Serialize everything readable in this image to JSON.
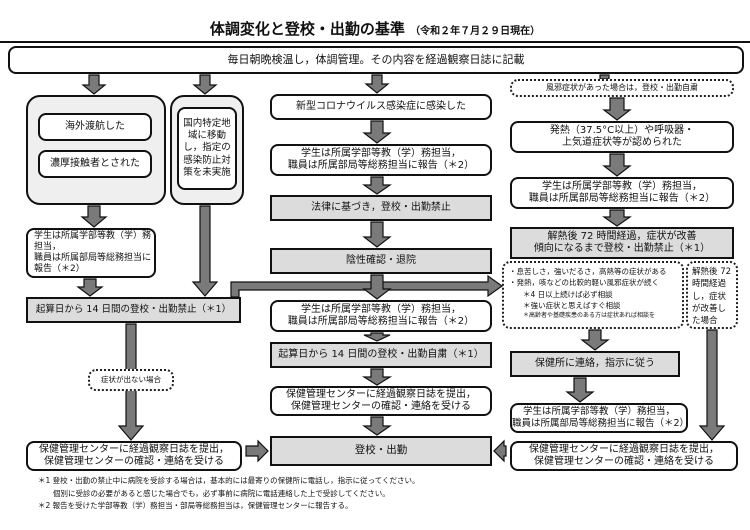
{
  "header": {
    "title": "体調変化と登校・出勤の基準",
    "date_note": "（令和２年７月２９日現在）"
  },
  "top_box": "毎日朝晩検温し，体調管理。その内容を経過観察日誌に記載",
  "left_column": {
    "overseas": "海外渡航した",
    "close_contact": "濃厚接触者とされた",
    "domestic_area": "国内特定地域に移動し，指定の感染防止対策を未実施",
    "report": "学生は所属学部等教（学）務担当，\n職員は所属部局等総務担当に報告（＊2）",
    "ban_14_days": "起算日から 14 日間の登校・出勤禁止（＊1）",
    "no_symptoms": "症状が出ない場合",
    "health_center": "保健管理センターに経過観察日誌を提出，\n保健管理センターの確認・連絡を受ける"
  },
  "center_column": {
    "infected": "新型コロナウイルス感染症に感染した",
    "report_1": "学生は所属学部等教（学）務担当，\n職員は所属部局等総務担当に報告（＊2）",
    "legal_ban": "法律に基づき，登校・出勤禁止",
    "negative_discharge": "陰性確認・退院",
    "report_2": "学生は所属学部等教（学）務担当，\n職員は所属部局等総務担当に報告（＊2）",
    "self_restraint_14": "起算日から 14 日間の登校・出勤自粛（＊1）",
    "health_center": "保健管理センターに経過観察日誌を提出，\n保健管理センターの確認・連絡を受ける",
    "attend": "登校・出勤"
  },
  "right_column": {
    "cold_symptoms": "風邪症状があった場合は，登校・出勤自粛",
    "fever": "発熱（37.5°C以上）や呼吸器・\n上気道症状等が認められた",
    "report_1": "学生は所属学部等教（学）務担当，\n職員は所属部局等総務担当に報告（＊2）",
    "ban_72h": "解熱後 72 時間経過，症状が改善\n傾向になるまで登校・出勤禁止（＊1）",
    "consult_list": [
      "・息苦しさ，強いだるさ，高熱等の症状がある",
      "・発熱，咳などの比較的軽い風邪症状が続く",
      "＊4 日以上続けば必ず相談",
      "＊強い症状と思えばすぐ相談",
      "＊高齢者や基礎疾患のある方は症状あれば相談を"
    ],
    "improved": "解熱後 72 時間経過し，症状が改善した場合",
    "contact_health_office": "保健所に連絡，指示に従う",
    "report_2": "学生は所属学部等教（学）務担当，\n職員は所属部局等総務担当に報告（＊2）",
    "health_center": "保健管理センターに経過観察日誌を提出，\n保健管理センターの確認・連絡を受ける"
  },
  "footnotes": [
    "＊1 登校・出勤の禁止中に病院を受診する場合は，基本的には最寄りの保健所に電話し，指示に従ってください。",
    "個別に受診の必要があると感じた場合でも，必ず事前に病院に電話連絡した上で受診してください。",
    "＊2 報告を受けた学部等教（学）務担当・部局等総務担当は，保健管理センターに報告する。"
  ],
  "colors": {
    "arrow": "#7a7a7a",
    "gray_box": "#dcdcdc",
    "border": "#111111"
  }
}
